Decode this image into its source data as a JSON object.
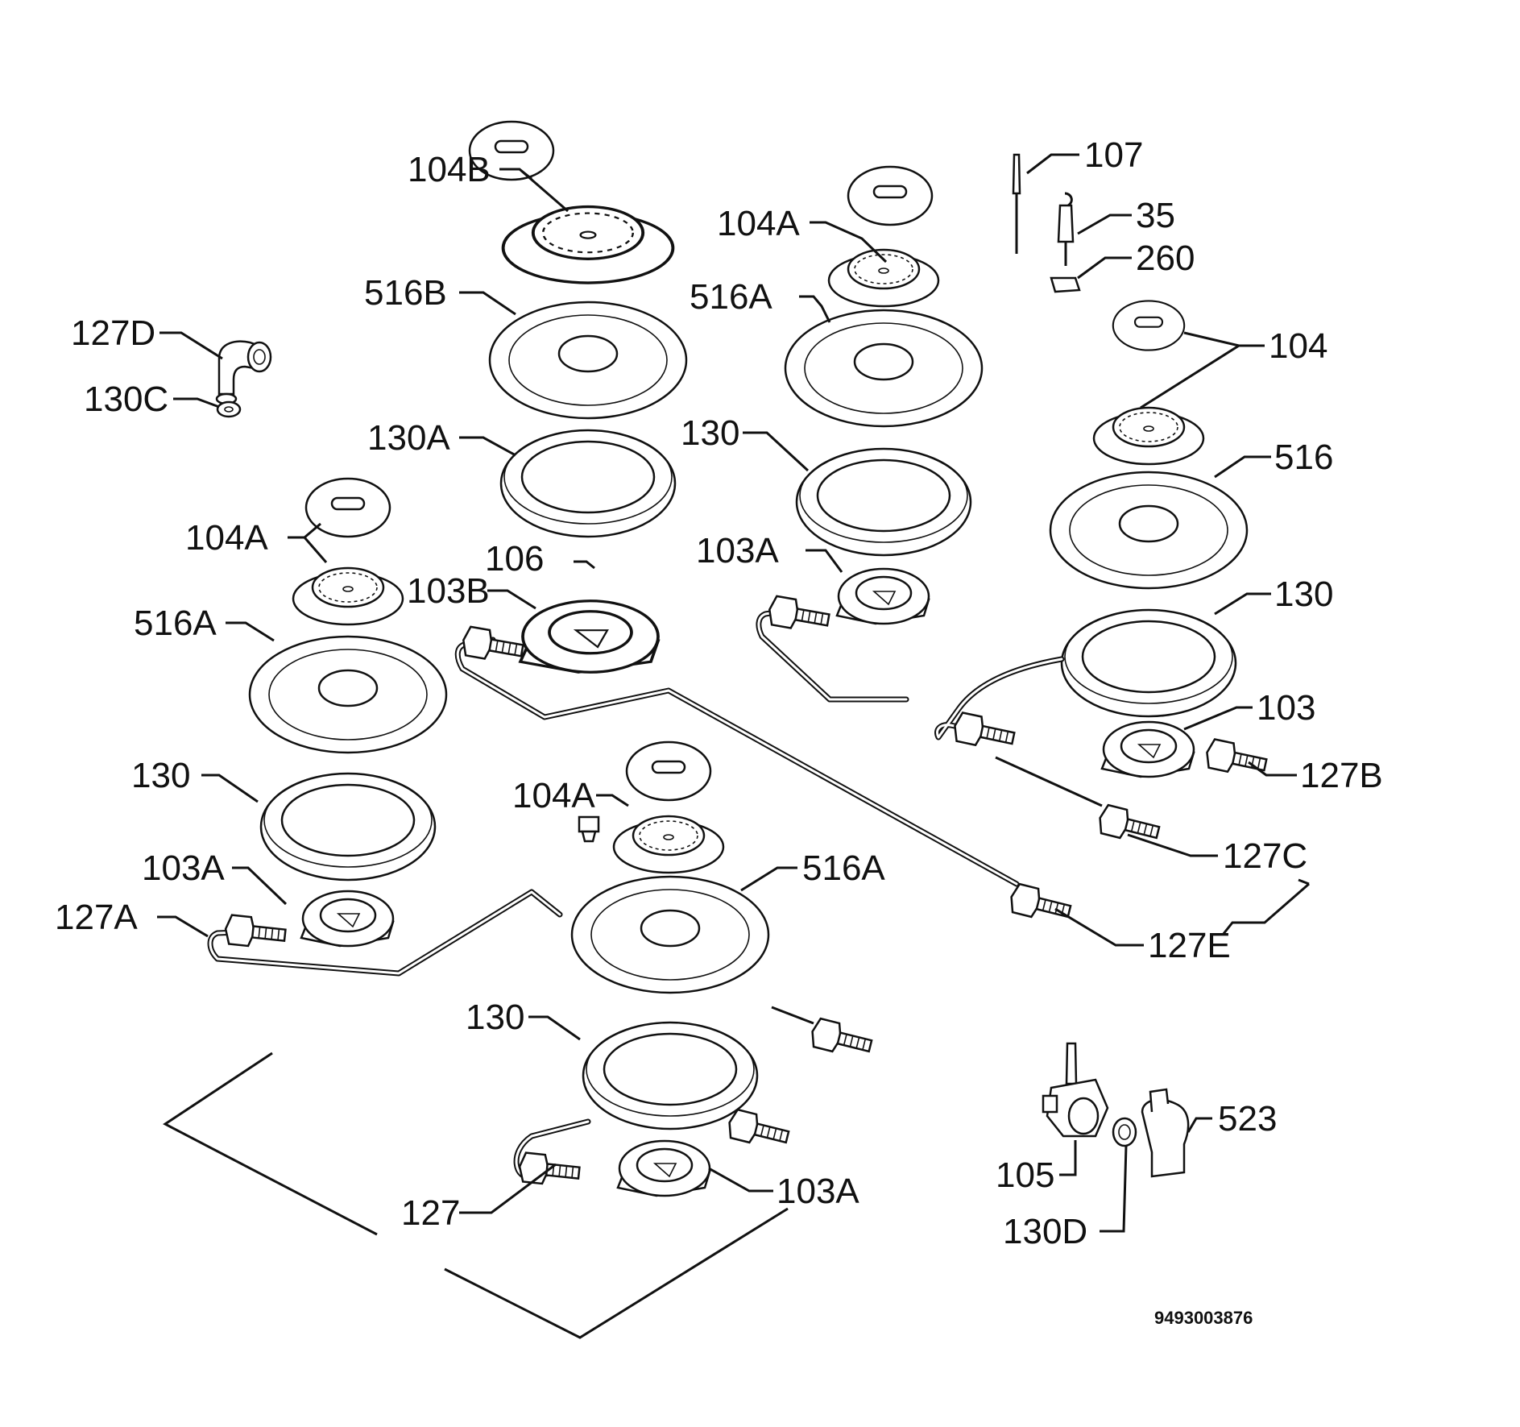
{
  "diagram": {
    "doc_number": "9493003876",
    "callouts": [
      {
        "id": "104B",
        "text": "104B"
      },
      {
        "id": "104A_1",
        "text": "104A"
      },
      {
        "id": "107",
        "text": "107"
      },
      {
        "id": "35",
        "text": "35"
      },
      {
        "id": "260",
        "text": "260"
      },
      {
        "id": "127D",
        "text": "127D"
      },
      {
        "id": "130C",
        "text": "130C"
      },
      {
        "id": "516B",
        "text": "516B"
      },
      {
        "id": "516A_1",
        "text": "516A"
      },
      {
        "id": "104",
        "text": "104"
      },
      {
        "id": "130A",
        "text": "130A"
      },
      {
        "id": "130_1",
        "text": "130"
      },
      {
        "id": "516",
        "text": "516"
      },
      {
        "id": "104A_2",
        "text": "104A"
      },
      {
        "id": "106",
        "text": "106"
      },
      {
        "id": "103A_1",
        "text": "103A"
      },
      {
        "id": "103B",
        "text": "103B"
      },
      {
        "id": "516A_2",
        "text": "516A"
      },
      {
        "id": "130_2",
        "text": "130"
      },
      {
        "id": "103",
        "text": "103"
      },
      {
        "id": "127B",
        "text": "127B"
      },
      {
        "id": "130_3",
        "text": "130"
      },
      {
        "id": "104A_3",
        "text": "104A"
      },
      {
        "id": "127C",
        "text": "127C"
      },
      {
        "id": "103A_2",
        "text": "103A"
      },
      {
        "id": "516A_3",
        "text": "516A"
      },
      {
        "id": "127A",
        "text": "127A"
      },
      {
        "id": "127E",
        "text": "127E"
      },
      {
        "id": "130_4",
        "text": "130"
      },
      {
        "id": "523",
        "text": "523"
      },
      {
        "id": "105",
        "text": "105"
      },
      {
        "id": "103A_3",
        "text": "103A"
      },
      {
        "id": "127",
        "text": "127"
      },
      {
        "id": "130D",
        "text": "130D"
      }
    ]
  }
}
